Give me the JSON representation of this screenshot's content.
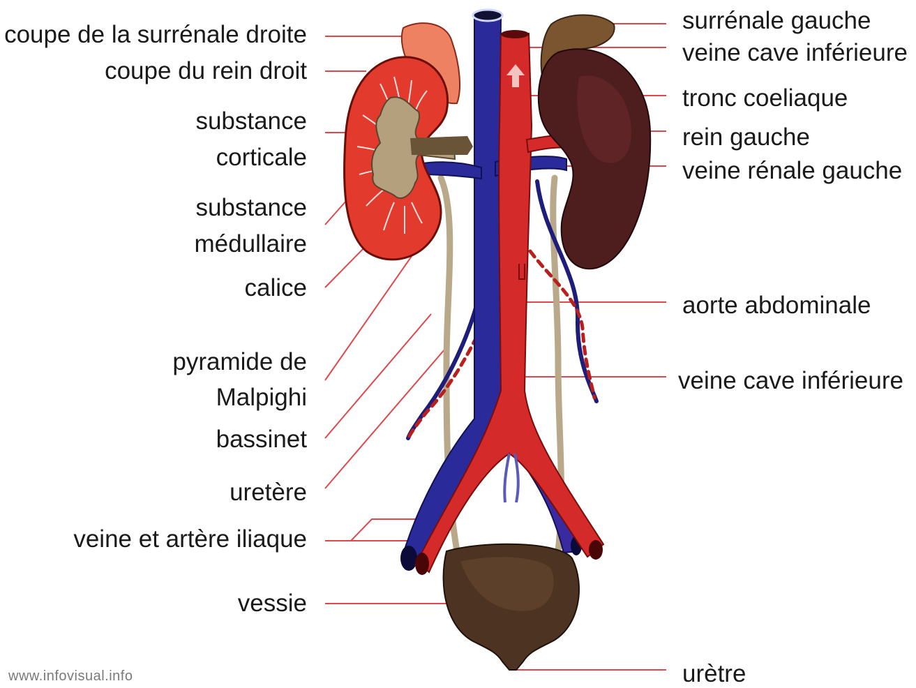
{
  "labels_left": {
    "surrenale_droite": "coupe de la surrénale droite",
    "rein_droit": "coupe du rein droit",
    "corticale_1": "substance",
    "corticale_2": "corticale",
    "medullaire_1": "substance",
    "medullaire_2": "médullaire",
    "calice": "calice",
    "pyramide_1": "pyramide de",
    "pyramide_2": "Malpighi",
    "bassinet": "bassinet",
    "uretere": "uretère",
    "iliaque": "veine et artère iliaque",
    "vessie": "vessie"
  },
  "labels_right": {
    "surrenale_gauche": "surrénale gauche",
    "veine_cave_inf_top": "veine cave inférieure",
    "tronc_coeliaque": "tronc coeliaque",
    "rein_gauche": "rein gauche",
    "veine_renale_gauche": "veine rénale gauche",
    "aorte_abdominale": "aorte abdominale",
    "veine_cave_inf_mid": "veine cave inférieure",
    "uretre": "urètre"
  },
  "credit": "www.infovisual.info",
  "colors": {
    "leader_line": "#e0474c",
    "vein": "#2a2a9a",
    "artery": "#d42a2a",
    "kidney_cut": "#e23a2c",
    "kidney_left": "#4e1d1e",
    "adrenal_right": "#ef8163",
    "adrenal_left": "#7b5430",
    "bladder": "#4d3321",
    "ureter": "#b9a88a"
  }
}
